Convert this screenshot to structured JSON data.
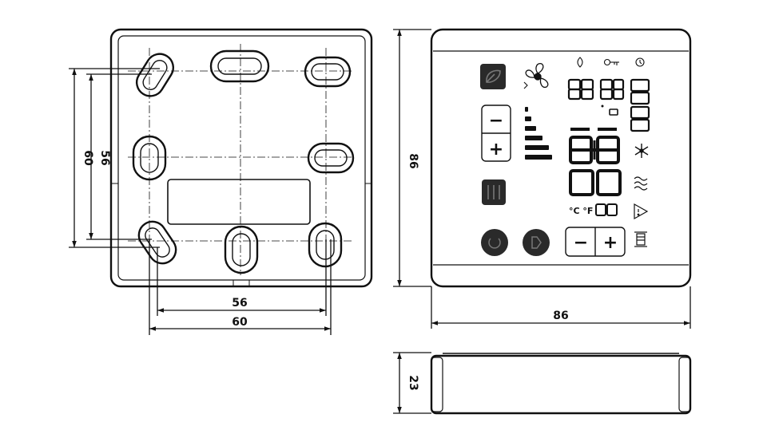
{
  "dimensions": {
    "base_inner_height": "56",
    "base_outer_height": "60",
    "base_inner_width": "56",
    "base_outer_width": "60",
    "front_height": "86",
    "front_width": "86",
    "side_depth": "23"
  },
  "panel": {
    "minus_label": "−",
    "plus_label": "+",
    "unit_label": "°C °F",
    "colors": {
      "line": "#111111",
      "button_fill": "#2a2a2a",
      "background": "#ffffff"
    }
  }
}
